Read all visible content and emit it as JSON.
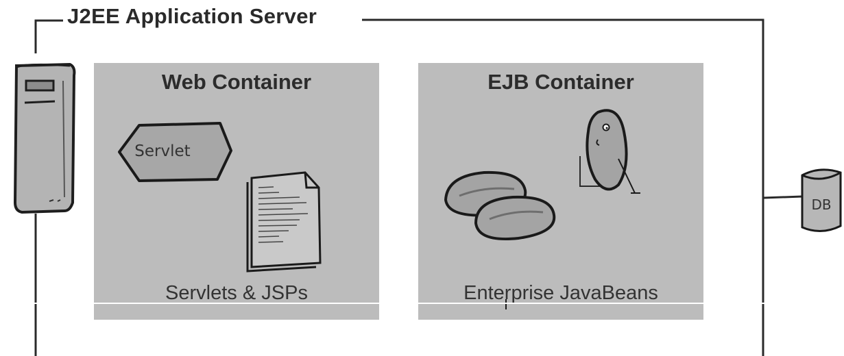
{
  "server": {
    "title": "J2EE Application Server"
  },
  "web_container": {
    "title": "Web Container",
    "servlet_label": "Servlet",
    "caption": "Servlets & JSPs"
  },
  "ejb_container": {
    "title": "EJB Container",
    "caption": "Enterprise JavaBeans"
  },
  "database": {
    "label": "DB"
  },
  "colors": {
    "container_fill": "#bcbcbc",
    "frame_line": "#2a2a2a",
    "shape_fill": "#a8a8a8"
  },
  "icons": [
    "server-tower-icon",
    "servlet-icon",
    "jsp-document-icon",
    "bean-icon",
    "bean-character-icon",
    "database-icon"
  ]
}
